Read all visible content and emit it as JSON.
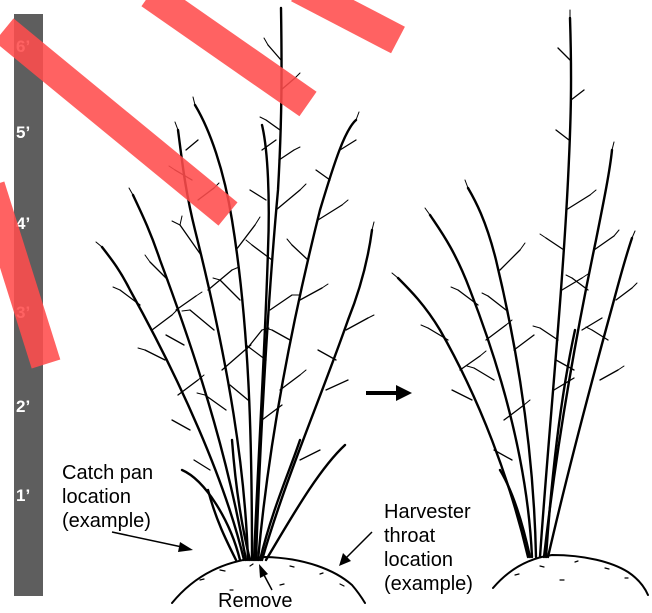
{
  "ruler": {
    "marks": [
      "6’",
      "5’",
      "4’",
      "3’",
      "2’",
      "1’"
    ]
  },
  "labels": {
    "catch_pan": [
      "Catch pan",
      "location",
      "(example)"
    ],
    "harvester": [
      "Harvester",
      "throat",
      "location",
      "(example)"
    ],
    "remove": "Remove"
  },
  "colors": {
    "ruler": "#5e5e5e",
    "overlay_stripe": "#ff4d4d",
    "ink": "#000000"
  },
  "icons": [
    "right-arrow-icon"
  ]
}
